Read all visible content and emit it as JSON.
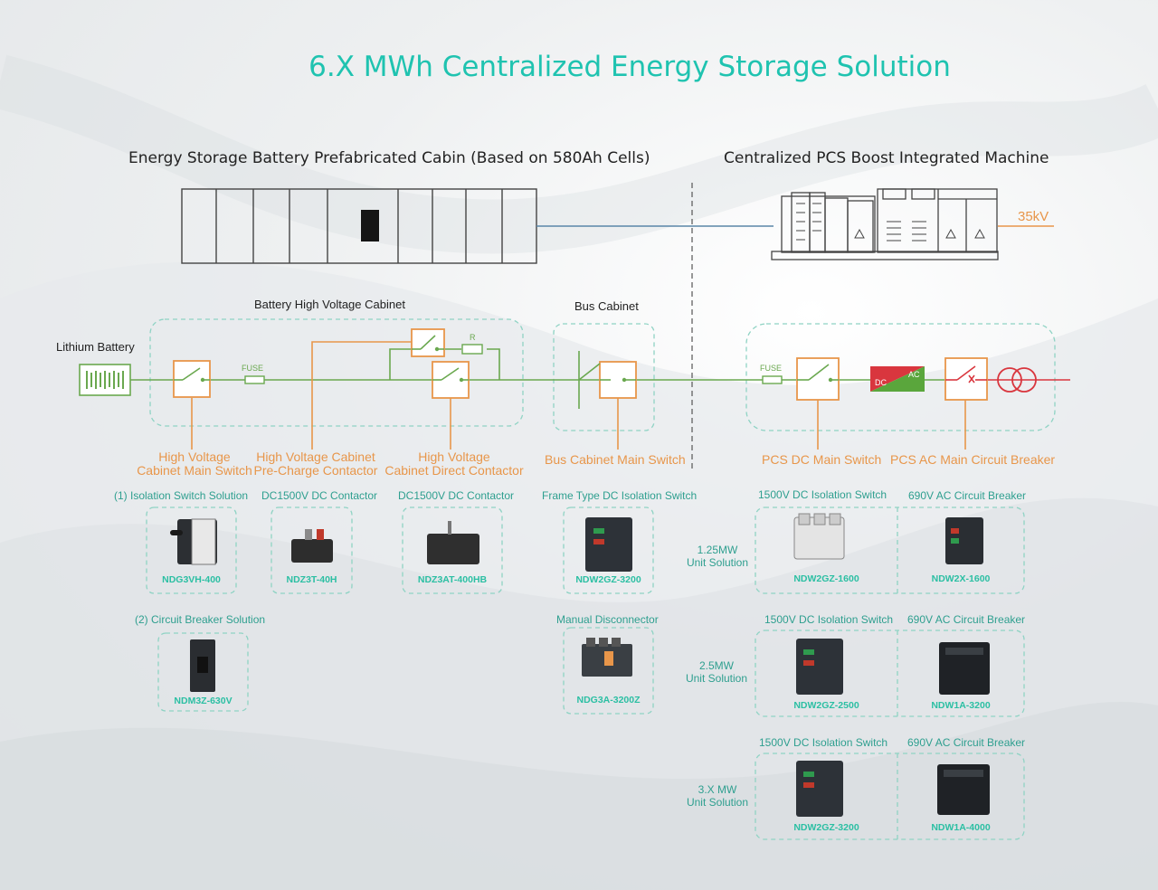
{
  "title": "6.X MWh Centralized Energy Storage Solution",
  "left_section": "Energy Storage Battery Prefabricated Cabin (Based on 580Ah Cells)",
  "right_section": "Centralized PCS Boost Integrated Machine",
  "voltage": "35kV",
  "schematic": {
    "lithium_battery": "Lithium Battery",
    "hv_cabinet": "Battery High Voltage Cabinet",
    "bus_cabinet": "Bus Cabinet",
    "fuse_left": "FUSE",
    "fuse_right": "FUSE",
    "resistor": "R",
    "dc": "DC",
    "ac": "AC"
  },
  "callouts": {
    "hv_main_1": "High Voltage",
    "hv_main_2": "Cabinet Main Switch",
    "precharge_1": "High Voltage Cabinet",
    "precharge_2": "Pre-Charge Contactor",
    "direct_1": "High Voltage",
    "direct_2": "Cabinet Direct Contactor",
    "bus_main": "Bus Cabinet Main Switch",
    "pcs_dc": "PCS DC Main Switch",
    "pcs_ac": "PCS AC Main Circuit Breaker"
  },
  "products_left": {
    "iso_solution": "(1) Isolation Switch Solution",
    "dc_contactor_1": "DC1500V DC Contactor",
    "dc_contactor_2": "DC1500V DC Contactor",
    "frame_switch": "Frame Type DC Isolation Switch",
    "cb_solution": "(2) Circuit Breaker Solution",
    "manual_disc": "Manual Disconnector",
    "m1": "NDG3VH-400",
    "m2": "NDZ3T-40H",
    "m3": "NDZ3AT-400HB",
    "m4": "NDW2GZ-3200",
    "m5": "NDM3Z-630V",
    "m6": "NDG3A-3200Z"
  },
  "units": [
    {
      "name_1": "1.25MW",
      "name_2": "Unit Solution",
      "dc_label": "1500V DC Isolation Switch",
      "ac_label": "690V AC Circuit Breaker",
      "dc_model": "NDW2GZ-1600",
      "ac_model": "NDW2X-1600"
    },
    {
      "name_1": "2.5MW",
      "name_2": "Unit Solution",
      "dc_label": "1500V DC Isolation Switch",
      "ac_label": "690V AC Circuit Breaker",
      "dc_model": "NDW2GZ-2500",
      "ac_model": "NDW1A-3200"
    },
    {
      "name_1": "3.X MW",
      "name_2": "Unit Solution",
      "dc_label": "1500V DC Isolation Switch",
      "ac_label": "690V AC Circuit Breaker",
      "dc_model": "NDW2GZ-3200",
      "ac_model": "NDW1A-4000"
    }
  ],
  "colors": {
    "accent": "#1fc3b0",
    "line": "#6aa84f",
    "orange": "#e8964a",
    "teal": "#2e9f8f",
    "dash": "#8fd3c4",
    "red": "#d9363e"
  }
}
